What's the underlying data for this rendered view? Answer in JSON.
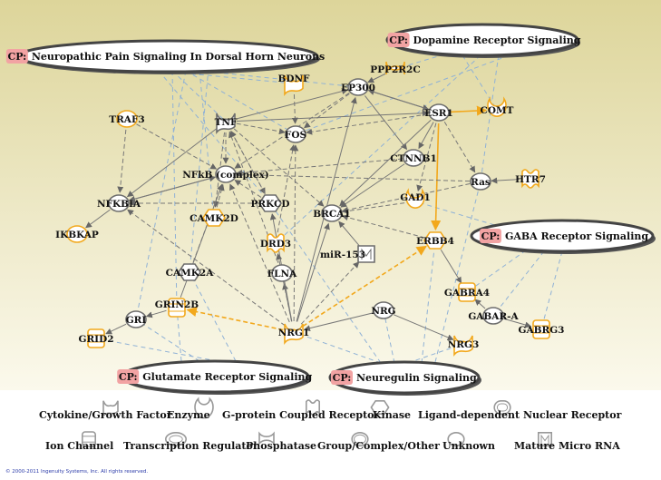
{
  "colors": {
    "bg_top": "#ddd59a",
    "bg_bottom": "#fbf9ec",
    "orange": "#f2a81c",
    "gray": "#6d6d6d",
    "blue_dash": "#8fb1d6",
    "cp_tag_fill": "#f2a3a3"
  },
  "pathways": [
    {
      "id": "cp_neuro",
      "tag": "CP:",
      "label": "Neuropathic Pain Signaling In Dorsal Horn Neurons"
    },
    {
      "id": "cp_dopa",
      "tag": "CP:",
      "label": "Dopamine Receptor Signaling"
    },
    {
      "id": "cp_gaba",
      "tag": "CP:",
      "label": "GABA Receptor Signaling"
    },
    {
      "id": "cp_glut",
      "tag": "CP:",
      "label": "Glutamate Receptor Signaling"
    },
    {
      "id": "cp_neureg",
      "tag": "CP:",
      "label": "Neuregulin Signaling"
    }
  ],
  "nodes": [
    {
      "id": "BDNF",
      "label": "BDNF",
      "shape": "cytokine",
      "color": "orange"
    },
    {
      "id": "EP300",
      "label": "EP300",
      "shape": "circle",
      "color": "gray"
    },
    {
      "id": "PPP2R2C",
      "label": "PPP2R2C",
      "shape": "phosphatase",
      "color": "orange"
    },
    {
      "id": "TRAF3",
      "label": "TRAF3",
      "shape": "circle",
      "color": "orange"
    },
    {
      "id": "TNF",
      "label": "TNF",
      "shape": "cytokine",
      "color": "gray"
    },
    {
      "id": "FOS",
      "label": "FOS",
      "shape": "circle",
      "color": "gray"
    },
    {
      "id": "ESR1",
      "label": "ESR1",
      "shape": "circle",
      "color": "gray"
    },
    {
      "id": "COMT",
      "label": "COMT",
      "shape": "enzyme",
      "color": "orange"
    },
    {
      "id": "NFKB",
      "label": "NFkB (complex)",
      "shape": "circle",
      "color": "gray"
    },
    {
      "id": "CTNNB1",
      "label": "CTNNB1",
      "shape": "circle",
      "color": "gray"
    },
    {
      "id": "HTR7",
      "label": "HTR7",
      "shape": "gpcr",
      "color": "orange"
    },
    {
      "id": "Ras",
      "label": "Ras",
      "shape": "circle",
      "color": "gray"
    },
    {
      "id": "NFKBIA",
      "label": "NFKBIA",
      "shape": "circle",
      "color": "gray"
    },
    {
      "id": "CAMK2D",
      "label": "CAMK2D",
      "shape": "kinase",
      "color": "orange"
    },
    {
      "id": "PRKCD",
      "label": "PRKCD",
      "shape": "kinase",
      "color": "gray"
    },
    {
      "id": "BRCA1",
      "label": "BRCA1",
      "shape": "circle",
      "color": "gray"
    },
    {
      "id": "GAD1",
      "label": "GAD1",
      "shape": "enzyme",
      "color": "orange"
    },
    {
      "id": "IKBKAP",
      "label": "IKBKAP",
      "shape": "circle",
      "color": "orange"
    },
    {
      "id": "DRD3",
      "label": "DRD3",
      "shape": "gpcr",
      "color": "orange"
    },
    {
      "id": "miR153",
      "label": "miR-153",
      "shape": "mirna",
      "color": "gray"
    },
    {
      "id": "ERBB4",
      "label": "ERBB4",
      "shape": "kinase",
      "color": "orange"
    },
    {
      "id": "CAMK2A",
      "label": "CAMK2A",
      "shape": "kinase",
      "color": "gray"
    },
    {
      "id": "FLNA",
      "label": "FLNA",
      "shape": "circle",
      "color": "gray"
    },
    {
      "id": "GABRA4",
      "label": "GABRA4",
      "shape": "channel",
      "color": "orange"
    },
    {
      "id": "GRIN2B",
      "label": "GRIN2B",
      "shape": "channel",
      "color": "orange"
    },
    {
      "id": "NRG",
      "label": "NRG",
      "shape": "circle",
      "color": "gray"
    },
    {
      "id": "GABARA",
      "label": "GABAR-A",
      "shape": "circle",
      "color": "gray"
    },
    {
      "id": "GRI",
      "label": "GRI",
      "shape": "circle",
      "color": "gray"
    },
    {
      "id": "NRG1",
      "label": "NRG1",
      "shape": "cytokine",
      "color": "orange"
    },
    {
      "id": "GABRG3",
      "label": "GABRG3",
      "shape": "channel",
      "color": "orange"
    },
    {
      "id": "GRID2",
      "label": "GRID2",
      "shape": "channel",
      "color": "orange"
    },
    {
      "id": "NRG3",
      "label": "NRG3",
      "shape": "cytokine",
      "color": "orange"
    }
  ],
  "edges": [
    {
      "from": "TNF",
      "to": "EP300",
      "style": "solid"
    },
    {
      "from": "TNF",
      "to": "ESR1",
      "style": "solid"
    },
    {
      "from": "TNF",
      "to": "FOS",
      "style": "dashed"
    },
    {
      "from": "TNF",
      "to": "NFKB",
      "style": "dashed"
    },
    {
      "from": "TNF",
      "to": "NFKBIA",
      "style": "solid"
    },
    {
      "from": "TNF",
      "to": "PRKCD",
      "style": "dashed"
    },
    {
      "from": "TNF",
      "to": "BRCA1",
      "style": "dashed"
    },
    {
      "from": "TNF",
      "to": "CAMK2D",
      "style": "dashed"
    },
    {
      "from": "TRAF3",
      "to": "NFKB",
      "style": "dashed"
    },
    {
      "from": "TRAF3",
      "to": "NFKBIA",
      "style": "dashed"
    },
    {
      "from": "BDNF",
      "to": "FOS",
      "style": "dashed"
    },
    {
      "from": "EP300",
      "to": "FOS",
      "style": "dashed"
    },
    {
      "from": "EP300",
      "to": "NFKB",
      "style": "dashed"
    },
    {
      "from": "EP300",
      "to": "CTNNB1",
      "style": "solid"
    },
    {
      "from": "EP300",
      "to": "ESR1",
      "style": "solid"
    },
    {
      "from": "PPP2R2C",
      "to": "EP300",
      "style": "solid"
    },
    {
      "from": "ESR1",
      "to": "EP300",
      "style": "solid"
    },
    {
      "from": "ESR1",
      "to": "FOS",
      "style": "dashed"
    },
    {
      "from": "ESR1",
      "to": "CTNNB1",
      "style": "solid"
    },
    {
      "from": "ESR1",
      "to": "BRCA1",
      "style": "solid"
    },
    {
      "from": "ESR1",
      "to": "Ras",
      "style": "dashed"
    },
    {
      "from": "ESR1",
      "to": "GAD1",
      "style": "dashed"
    },
    {
      "from": "ESR1",
      "to": "ERBB4",
      "style": "solid_orange"
    },
    {
      "from": "ESR1",
      "to": "COMT",
      "style": "solid_orange"
    },
    {
      "from": "CTNNB1",
      "to": "BRCA1",
      "style": "solid"
    },
    {
      "from": "CTNNB1",
      "to": "NFKB",
      "style": "dashed"
    },
    {
      "from": "Ras",
      "to": "NFKB",
      "style": "dashed"
    },
    {
      "from": "Ras",
      "to": "BRCA1",
      "style": "dashed"
    },
    {
      "from": "HTR7",
      "to": "Ras",
      "style": "solid"
    },
    {
      "from": "NFKB",
      "to": "NFKBIA",
      "style": "solid"
    },
    {
      "from": "NFKBIA",
      "to": "IKBKAP",
      "style": "solid"
    },
    {
      "from": "NFKBIA",
      "to": "NFKB",
      "style": "solid"
    },
    {
      "from": "PRKCD",
      "to": "NFKB",
      "style": "dashed"
    },
    {
      "from": "PRKCD",
      "to": "NFKBIA",
      "style": "dashed"
    },
    {
      "from": "CAMK2D",
      "to": "NFKB",
      "style": "dashed"
    },
    {
      "from": "CAMK2A",
      "to": "NFKB",
      "style": "dashed"
    },
    {
      "from": "GAD1",
      "to": "BRCA1",
      "style": "dashed"
    },
    {
      "from": "ERBB4",
      "to": "BRCA1",
      "style": "dashed"
    },
    {
      "from": "ERBB4",
      "to": "GABRA4",
      "style": "solid"
    },
    {
      "from": "miR153",
      "to": "BRCA1",
      "style": "solid"
    },
    {
      "from": "NRG1",
      "to": "ERBB4",
      "style": "dashed_orange"
    },
    {
      "from": "NRG1",
      "to": "GRIN2B",
      "style": "dashed_orange"
    },
    {
      "from": "NRG1",
      "to": "NFKBIA",
      "style": "dashed"
    },
    {
      "from": "NRG1",
      "to": "FLNA",
      "style": "solid"
    },
    {
      "from": "NRG1",
      "to": "PRKCD",
      "style": "solid"
    },
    {
      "from": "NRG1",
      "to": "BRCA1",
      "style": "solid"
    },
    {
      "from": "NRG1",
      "to": "EP300",
      "style": "solid"
    },
    {
      "from": "NRG1",
      "to": "FOS",
      "style": "dashed"
    },
    {
      "from": "NRG1",
      "to": "miR153",
      "style": "dashed"
    },
    {
      "from": "NRG1",
      "to": "DRD3",
      "style": "dashed"
    },
    {
      "from": "NRG1",
      "to": "NFKB",
      "style": "dashed"
    },
    {
      "from": "NRG",
      "to": "NRG1",
      "style": "solid"
    },
    {
      "from": "NRG",
      "to": "NRG3",
      "style": "solid"
    },
    {
      "from": "GRIN2B",
      "to": "GRI",
      "style": "solid"
    },
    {
      "from": "GRIN2B",
      "to": "NFKB",
      "style": "solid"
    },
    {
      "from": "GRI",
      "to": "GRID2",
      "style": "solid"
    },
    {
      "from": "GABARA",
      "to": "GABRA4",
      "style": "solid"
    },
    {
      "from": "GABARA",
      "to": "GABRG3",
      "style": "solid"
    },
    {
      "from": "FLNA",
      "to": "TNF",
      "style": "dashed"
    },
    {
      "from": "DRD3",
      "to": "FOS",
      "style": "dashed"
    },
    {
      "from": "PRKCD",
      "to": "TNF",
      "style": "dashed"
    }
  ],
  "pathway_links": [
    {
      "cp": "cp_neuro",
      "to": "BDNF"
    },
    {
      "cp": "cp_neuro",
      "to": "TNF"
    },
    {
      "cp": "cp_neuro",
      "to": "FOS"
    },
    {
      "cp": "cp_neuro",
      "to": "CAMK2D"
    },
    {
      "cp": "cp_neuro",
      "to": "CAMK2A"
    },
    {
      "cp": "cp_neuro",
      "to": "PRKCD"
    },
    {
      "cp": "cp_neuro",
      "to": "GRIN2B"
    },
    {
      "cp": "cp_neuro",
      "to": "GRI"
    },
    {
      "cp": "cp_neuro",
      "to": "EP300"
    },
    {
      "cp": "cp_dopa",
      "to": "PPP2R2C"
    },
    {
      "cp": "cp_dopa",
      "to": "COMT"
    },
    {
      "cp": "cp_dopa",
      "to": "DRD3"
    },
    {
      "cp": "cp_dopa",
      "to": "Ras"
    },
    {
      "cp": "cp_dopa",
      "to": "FOS"
    },
    {
      "cp": "cp_gaba",
      "to": "GABRA4"
    },
    {
      "cp": "cp_gaba",
      "to": "GABARA"
    },
    {
      "cp": "cp_gaba",
      "to": "GABRG3"
    },
    {
      "cp": "cp_gaba",
      "to": "GAD1"
    },
    {
      "cp": "cp_glut",
      "to": "GRIN2B"
    },
    {
      "cp": "cp_glut",
      "to": "GRI"
    },
    {
      "cp": "cp_glut",
      "to": "GRID2"
    },
    {
      "cp": "cp_glut",
      "to": "CAMK2A"
    },
    {
      "cp": "cp_neureg",
      "to": "NRG1"
    },
    {
      "cp": "cp_neureg",
      "to": "NRG"
    },
    {
      "cp": "cp_neureg",
      "to": "NRG3"
    },
    {
      "cp": "cp_neureg",
      "to": "ERBB4"
    },
    {
      "cp": "cp_neureg",
      "to": "Ras"
    },
    {
      "cp": "cp_neureg",
      "to": "PRKCD"
    }
  ],
  "legend": [
    {
      "label": "Cytokine/Growth Factor",
      "shape": "cytokine"
    },
    {
      "label": "Enzyme",
      "shape": "enzyme"
    },
    {
      "label": "G-protein Coupled Receptor",
      "shape": "gpcr"
    },
    {
      "label": "Kinase",
      "shape": "kinase"
    },
    {
      "label": "Ligand-dependent Nuclear Receptor",
      "shape": "ldnr"
    },
    {
      "label": "Ion Channel",
      "shape": "channel"
    },
    {
      "label": "Transcription Regulator",
      "shape": "tregulator"
    },
    {
      "label": "Phosphatase",
      "shape": "phosphatase"
    },
    {
      "label": "Group/Complex/Other",
      "shape": "circle2"
    },
    {
      "label": "Unknown",
      "shape": "circle"
    },
    {
      "label": "Mature Micro RNA",
      "shape": "mirna"
    }
  ],
  "copyright": "© 2000-2011 Ingenuity Systems, Inc. All rights reserved."
}
